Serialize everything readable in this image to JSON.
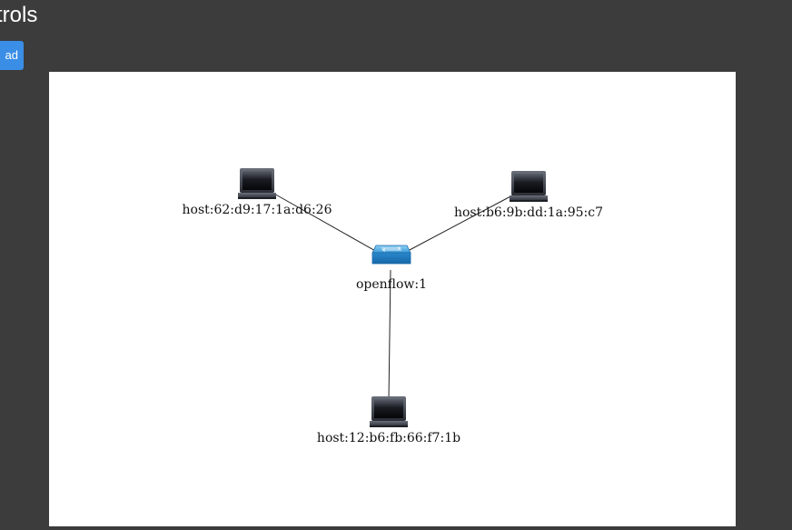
{
  "header": {
    "title": "trols",
    "load_label": "ad"
  },
  "topology": {
    "switch": {
      "label": "openflow:1",
      "icon": "switch-icon",
      "color": "#3a8ee6"
    },
    "hosts": [
      {
        "label": "host:62:d9:17:1a:d6:26",
        "icon": "laptop-icon"
      },
      {
        "label": "host:b6:9b:dd:1a:95:c7",
        "icon": "laptop-icon"
      },
      {
        "label": "host:12:b6:fb:66:f7:1b",
        "icon": "laptop-icon"
      }
    ]
  }
}
